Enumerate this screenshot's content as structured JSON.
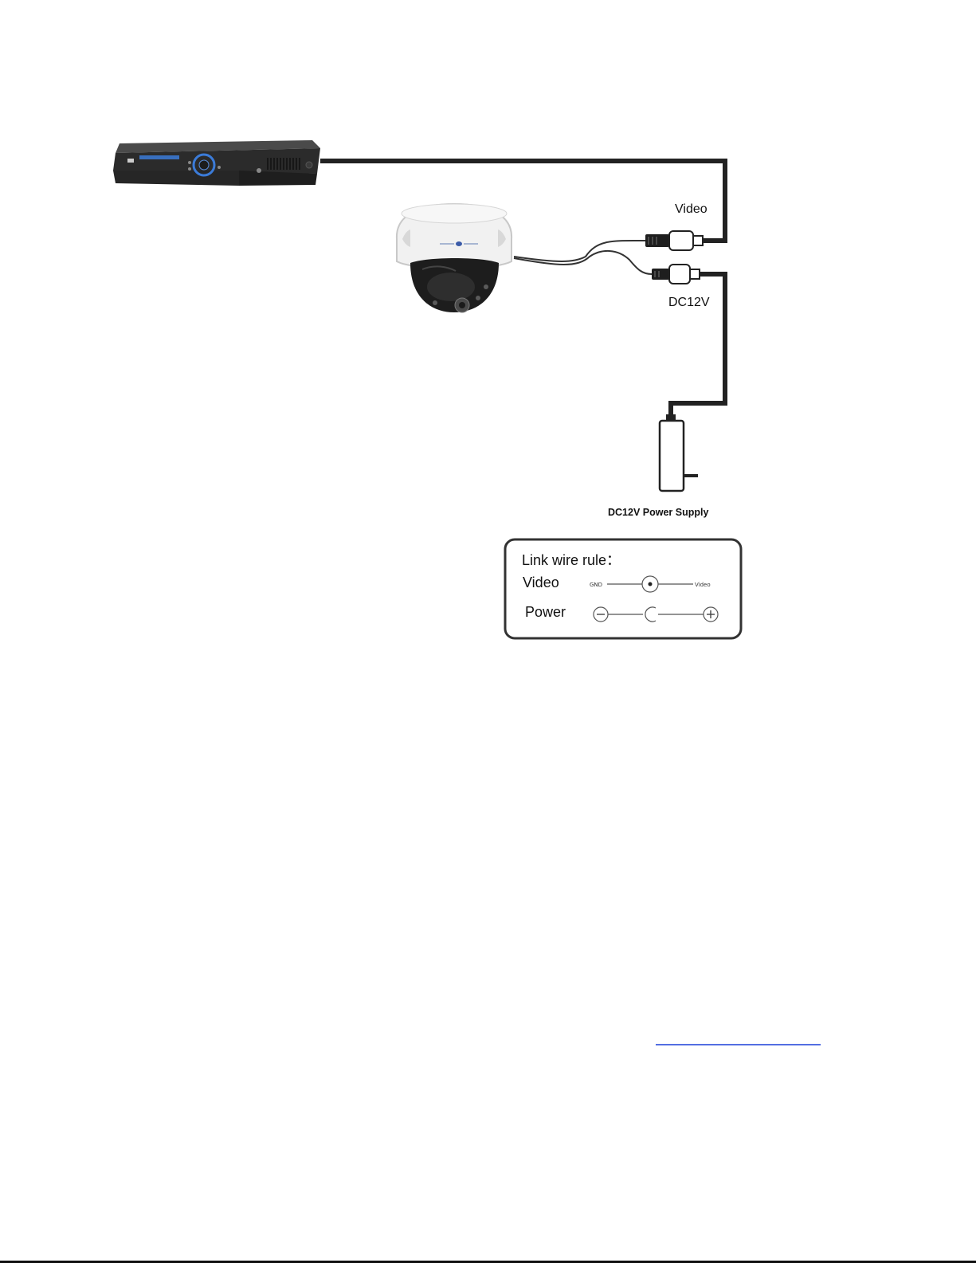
{
  "labels": {
    "video": "Video",
    "dc12v": "DC12V",
    "power_supply": "DC12V  Power Supply"
  },
  "rule_box": {
    "title": "Link wire rule：",
    "video_label": "Video",
    "power_label": "Power",
    "video_left": "GND",
    "video_right": "Video"
  },
  "colors": {
    "cable": "#222222",
    "box_border": "#333333",
    "dvr_body": "#2b2b2b",
    "dvr_accent": "#3b7bd8",
    "link_underline": "#1a3fd8"
  }
}
